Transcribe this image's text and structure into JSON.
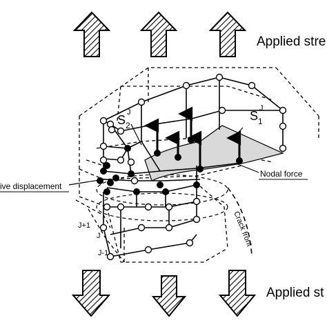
{
  "labels": {
    "applied_top": "Applied stre",
    "applied_bottom": "Applied st",
    "relative_displacement": "ive displacement",
    "nodal_force": "Nodal force",
    "crack_front": "Crack front",
    "s2_base": "S",
    "s2_sub": "2",
    "s2_sup": "J",
    "s1_base": "S",
    "s1_sub": "1",
    "s1_sup": "J",
    "layer_j_plus_1": "J+1",
    "layer_j": "J",
    "layer_j_minus_1": "J-1"
  },
  "colors": {
    "line": "#000000",
    "crack_surface": "#d9d9d9",
    "background": "#ffffff"
  },
  "icons": {
    "arrow_up": "hatched-arrow-up-icon",
    "arrow_down": "hatched-arrow-down-icon"
  }
}
